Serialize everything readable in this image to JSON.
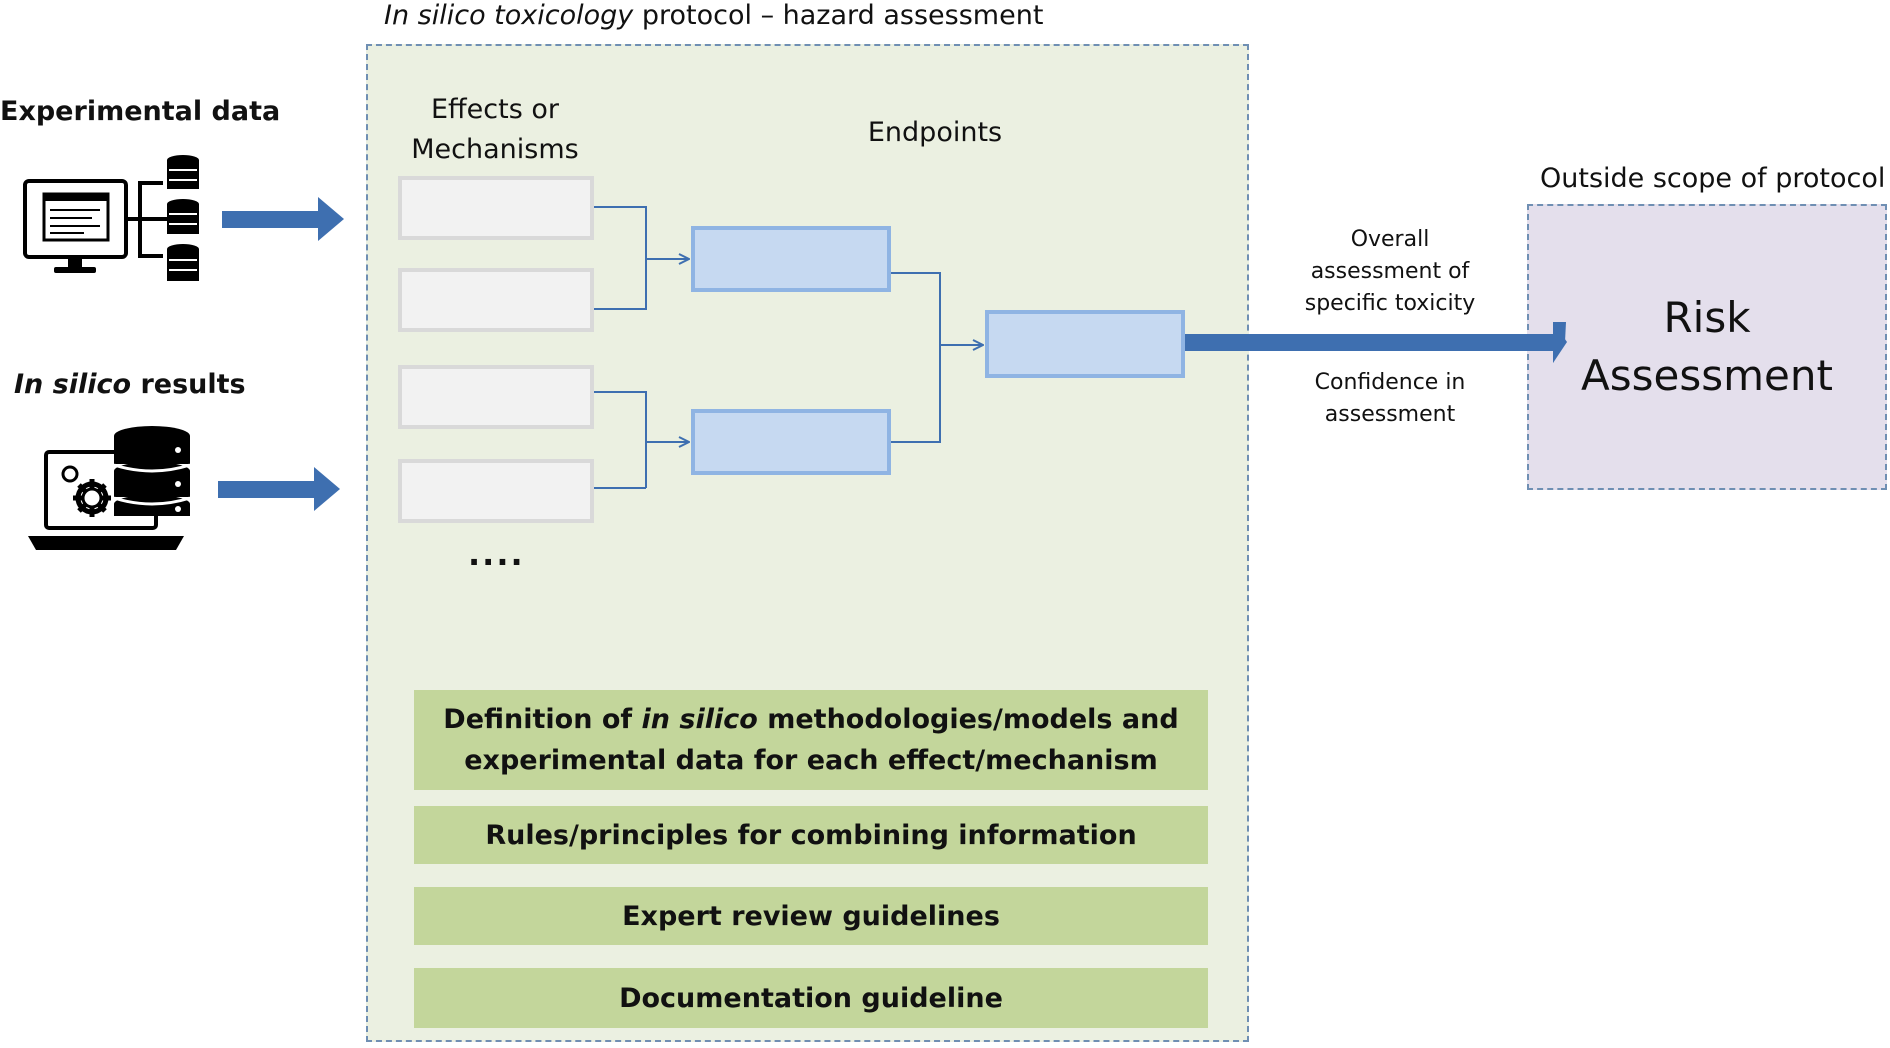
{
  "labels": {
    "experimental_data": "Experimental data",
    "in_silico_italic": "In silico",
    "in_silico_rest": " results"
  },
  "protocol": {
    "title_italic": "In silico toxicology",
    "title_rest": " protocol – hazard assessment",
    "effects_header": "Effects or Mechanisms",
    "endpoints_header": "Endpoints",
    "ellipsis": "....",
    "guidelines": {
      "g1_pre": "Definition of ",
      "g1_italic": "in silico",
      "g1_post": " methodologies/models and experimental data for each effect/mechanism",
      "g2": "Rules/principles for combining information",
      "g3": "Expert review guidelines",
      "g4": "Documentation guideline"
    }
  },
  "outputs": {
    "overall": "Overall assessment of specific toxicity",
    "confidence": "Confidence in assessment"
  },
  "risk": {
    "outside_label": "Outside scope of protocol",
    "title": "Risk Assessment"
  },
  "colors": {
    "protocol_bg": "#ebf0e1",
    "risk_bg": "#e4dfec",
    "endpoint_fill": "#c6d9f1",
    "guideline_fill": "#c3d69b",
    "arrow_blue": "#3e6fb0"
  },
  "icons": [
    "computer-database-icon",
    "laptop-database-gear-icon"
  ]
}
